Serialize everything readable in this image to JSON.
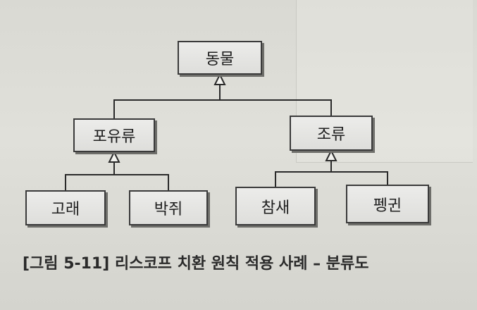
{
  "diagram": {
    "root": "동물",
    "groups": [
      {
        "label": "포유류",
        "children": [
          "고래",
          "박쥐"
        ]
      },
      {
        "label": "조류",
        "children": [
          "참새",
          "펭귄"
        ]
      }
    ]
  },
  "caption": "[그림 5-11] 리스코프 치환 원칙 적용 사례 – 분류도"
}
